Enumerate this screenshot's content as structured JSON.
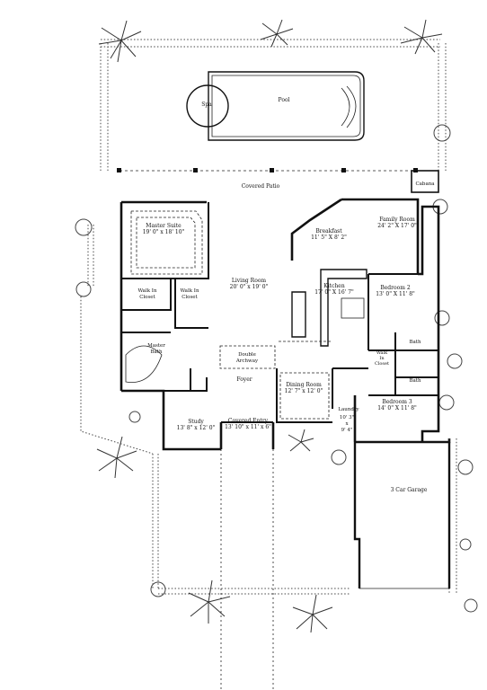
{
  "pool": {
    "spa_label": "Spa",
    "pool_label": "Pool"
  },
  "patio": {
    "covered_patio": "Covered Patio",
    "cabana": "Cabana"
  },
  "rooms": {
    "master_suite": {
      "name": "Master Suite",
      "dims": "19' 0\" x 18' 10\""
    },
    "walk_in_closet_1": {
      "name": "Walk In",
      "name2": "Closet"
    },
    "walk_in_closet_2": {
      "name": "Walk In",
      "name2": "Closet"
    },
    "master_bath": {
      "name": "Master",
      "name2": "Bath"
    },
    "living_room": {
      "name": "Living Room",
      "dims": "20' 0\" x 19' 0\""
    },
    "breakfast": {
      "name": "Breakfast",
      "dims": "11' 5\" X 8' 2\""
    },
    "family_room": {
      "name": "Family Room",
      "dims": "24' 2\" X 17' 0\""
    },
    "kitchen": {
      "name": "Kitchen",
      "dims": "17' 0\" X 16' 7\""
    },
    "bedroom_2": {
      "name": "Bedroom 2",
      "dims": "13' 0\" X 11' 8\""
    },
    "bath_1": {
      "name": "Bath"
    },
    "walk_in_closet_3": {
      "name": "Walk",
      "name2": "In",
      "name3": "Closet"
    },
    "bath_2": {
      "name": "Bath"
    },
    "double_archway": {
      "name": "Double",
      "name2": "Archway"
    },
    "foyer": {
      "name": "Foyer"
    },
    "dining_room": {
      "name": "Dining Room",
      "dims": "12' 7\" x 12' 0\""
    },
    "laundry": {
      "name": "Laundry",
      "dims1": "10' 3\"",
      "dims2": "x",
      "dims3": "9' 4\""
    },
    "bedroom_3": {
      "name": "Bedroom 3",
      "dims": "14' 0\" X 11' 8\""
    },
    "study": {
      "name": "Study",
      "dims": "13' 8\" x 12' 0\""
    },
    "covered_entry": {
      "name": "Covered Entry",
      "dims": "13' 10\" x 11' x 6\""
    },
    "garage": {
      "name": "3 Car Garage"
    }
  }
}
